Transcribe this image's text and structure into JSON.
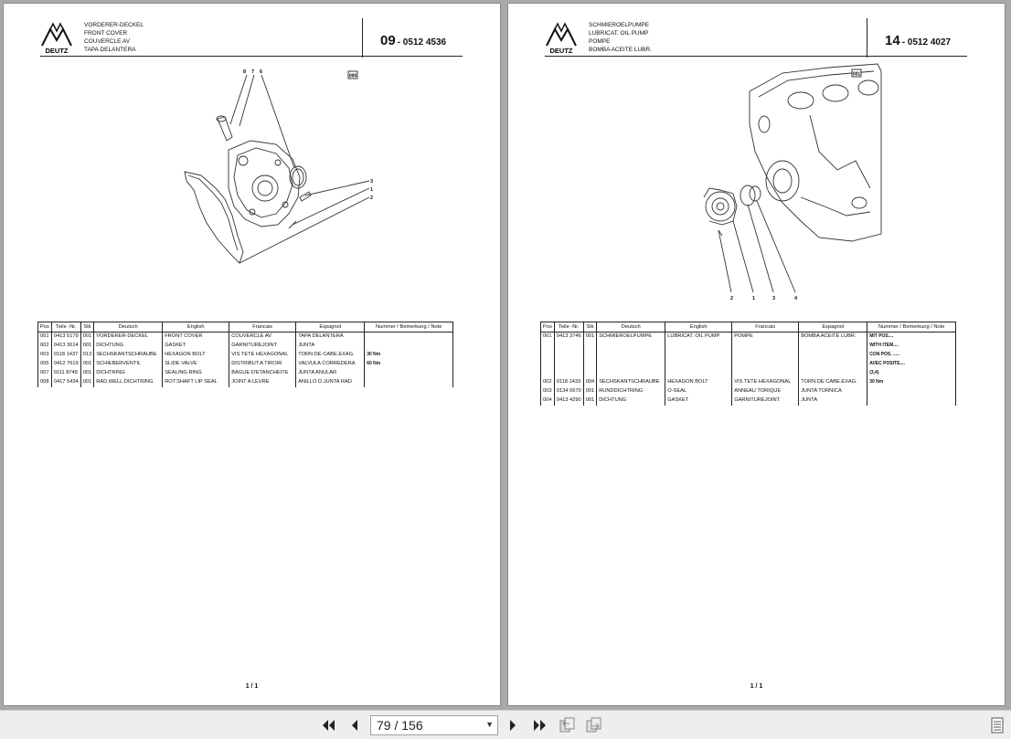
{
  "left_page": {
    "title_lines": [
      "VORDERER-DECKEL",
      "FRONT COVER",
      "COUVERCLE AV",
      "TAPA DELANTERA"
    ],
    "group_number": "09",
    "part_number": "- 0512 4536",
    "logo_text": "DEUTZ",
    "callouts": {
      "top": [
        "8",
        "7",
        "6"
      ],
      "side": [
        "3",
        "1",
        "2"
      ],
      "ref_box": "000"
    },
    "headers": [
      "Pos",
      "Teile -Nr.",
      "Stk",
      "Deutsch",
      "English",
      "Francais",
      "Espagnol",
      "Nummer / Bemerkung / Note"
    ],
    "rows": [
      [
        "001",
        "0413 5179",
        "001",
        "VORDERER-DECKEL",
        "FRONT COVER",
        "COUVERCLE AV",
        "TAPA DELANTERA",
        ""
      ],
      [
        "002",
        "0413 3614",
        "001",
        "DICHTUNG",
        "GASKET",
        "GARNITUREJOINT",
        "JUNTA",
        ""
      ],
      [
        "003",
        "0118 1437",
        "013",
        "SECHSKANTSCHRAUBE",
        "HEXAGON BOLT",
        "VIS TETE HEXAGONAL",
        "TORN.DE CABE.EXAG.",
        "30 Nm"
      ],
      [
        "005",
        "0412 7619",
        "001",
        "SCHIEBERVENTIL",
        "SLIDE VALVE",
        "DISTRIBUT.A TIROIR",
        "VALVULA CORREDERA",
        "60 Nm"
      ],
      [
        "007",
        "0111 8748",
        "001",
        "DICHTRING",
        "SEALING RING",
        "BAGUE D'ETANCHEITE",
        "JUNTA ANULAR",
        ""
      ],
      [
        "008",
        "0417 5434",
        "001",
        "RAD.WELL.DICHTRING",
        "ROT.SHAFT LIP SEAL",
        "JOINT A LEVRE",
        "ANILLO D.JUNTA RAD",
        ""
      ]
    ],
    "page_label": "1 / 1"
  },
  "right_page": {
    "title_lines": [
      "SCHMIEROELPUMPE",
      "LUBRICAT. OIL PUMP",
      "POMPE",
      "BOMBA ACEITE LUBR."
    ],
    "group_number": "14",
    "part_number": "- 0512 4027",
    "logo_text": "DEUTZ",
    "callouts": {
      "bottom": [
        "2",
        "1",
        "3",
        "4"
      ],
      "ref_box": "001"
    },
    "headers": [
      "Pos",
      "Teile -Nr.",
      "Stk",
      "Deutsch",
      "English",
      "Francais",
      "Espagnol",
      "Nummer / Bemerkung / Note"
    ],
    "rows": [
      [
        "001",
        "0413 3746",
        "001",
        "SCHMIEROELPUMPE",
        "LUBRICAT. OIL PUMP",
        "POMPE",
        "BOMBA ACEITE LUBR.",
        "MIT POS...."
      ],
      [
        "",
        "",
        "",
        "",
        "",
        "",
        "",
        "WITH ITEM...."
      ],
      [
        "",
        "",
        "",
        "",
        "",
        "",
        "",
        "CON POS. ....."
      ],
      [
        "",
        "",
        "",
        "",
        "",
        "",
        "",
        "AVEC POSITE...."
      ],
      [
        "",
        "",
        "",
        "",
        "",
        "",
        "",
        "(3,4)"
      ],
      [
        "002",
        "0118 1433",
        "004",
        "SECHSKANTSCHRAUBE",
        "HEXAGON BOLT",
        "VIS TETE HEXAGONAL",
        "TORN.DE CABE.EXAG.",
        "30 Nm"
      ],
      [
        "003",
        "0134 0670",
        "001",
        "RUNDDICHTRING",
        "O-SEAL",
        "ANNEAU TORIQUE",
        "JUNTA TORNICA",
        ""
      ],
      [
        "004",
        "0413 4290",
        "001",
        "DICHTUNG",
        "GASKET",
        "GARNITUREJOINT",
        "JUNTA",
        ""
      ]
    ],
    "page_label": "1 / 1"
  },
  "toolbar": {
    "current_page": "79",
    "total_pages": "156",
    "page_display": "79 / 156"
  }
}
